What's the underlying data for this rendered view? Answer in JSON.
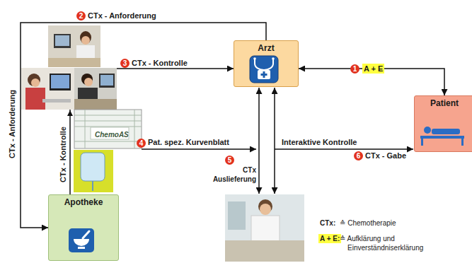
{
  "diagram": {
    "nodes": [
      {
        "text": [
          "Arzt"
        ]
      },
      {
        "text": [
          "Patient"
        ]
      },
      {
        "text": [
          "Apotheke"
        ]
      }
    ],
    "edges": [
      {
        "from": 0,
        "to": 1,
        "arrow": "both",
        "label": "A + E"
      },
      {
        "from": 0,
        "to": 2,
        "arrow": "to",
        "label": "CTx - Anforderung"
      },
      {
        "from": 2,
        "to": 0,
        "arrow": "to",
        "label": "CTx - Kontrolle"
      }
    ],
    "labels": [
      "2",
      "3",
      "1",
      "CTx - Anforderung",
      "CTx - Kontrolle",
      "ChemoAS",
      "4",
      "Pat. spez. Kurvenblatt",
      "5",
      "CTx Auslieferung",
      "Interaktive Kontrolle",
      "6",
      "CTx - Gabe",
      "CTx:",
      "≙ Chemotherapie",
      "A + E:",
      "≙ Aufklärung und Einverständniserklärung"
    ]
  }
}
